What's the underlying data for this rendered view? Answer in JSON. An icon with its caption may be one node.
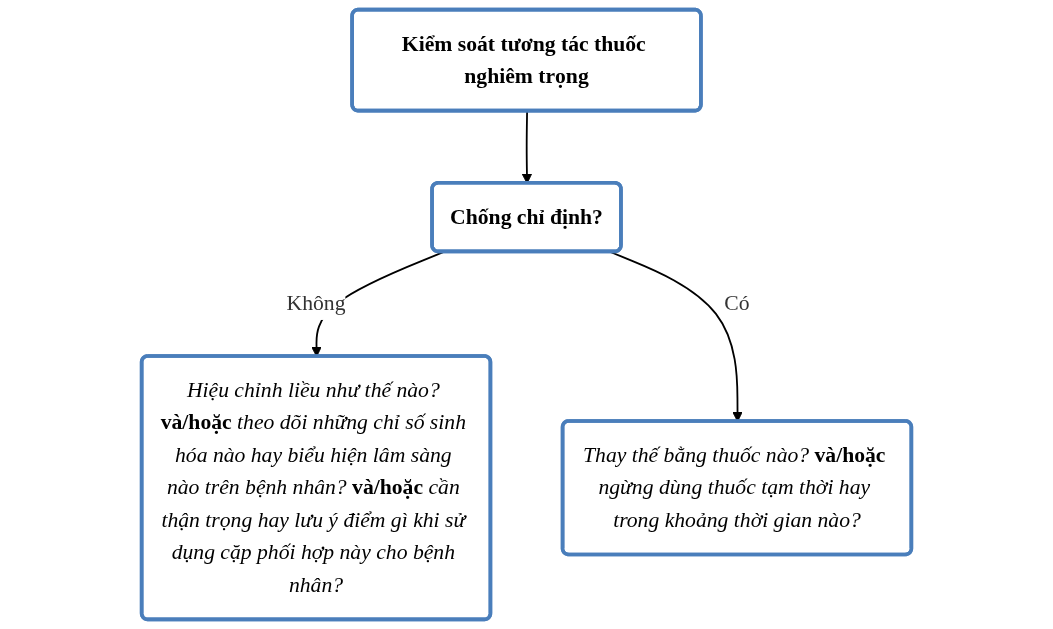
{
  "diagram": {
    "nodes": [
      {
        "text": [
          "Kiểm soát tương tác thuốc nghiêm trọng"
        ]
      },
      {
        "text": [
          "Chống chỉ định?"
        ]
      },
      {
        "text": [
          "*Hiệu chỉnh liều như thế nào?* **và/hoặc** *theo dõi những chỉ số sinh hóa nào hay biểu hiện lâm sàng nào trên bệnh nhân?* **và/hoặc** *cần thận trọng hay lưu ý điểm gì khi sử dụng cặp phối hợp này cho bệnh nhân?*"
        ]
      },
      {
        "text": [
          "*Thay thế bằng thuốc nào?* **và/hoặc** *ngừng dùng thuốc tạm thời hay trong khoảng thời gian nào?*"
        ]
      }
    ],
    "edges": [
      {
        "from": 0,
        "to": 1,
        "arrow": "to"
      },
      {
        "from": 1,
        "to": 2,
        "arrow": "to",
        "label": "Không"
      },
      {
        "from": 1,
        "to": 3,
        "arrow": "to",
        "label": "Có"
      }
    ]
  }
}
